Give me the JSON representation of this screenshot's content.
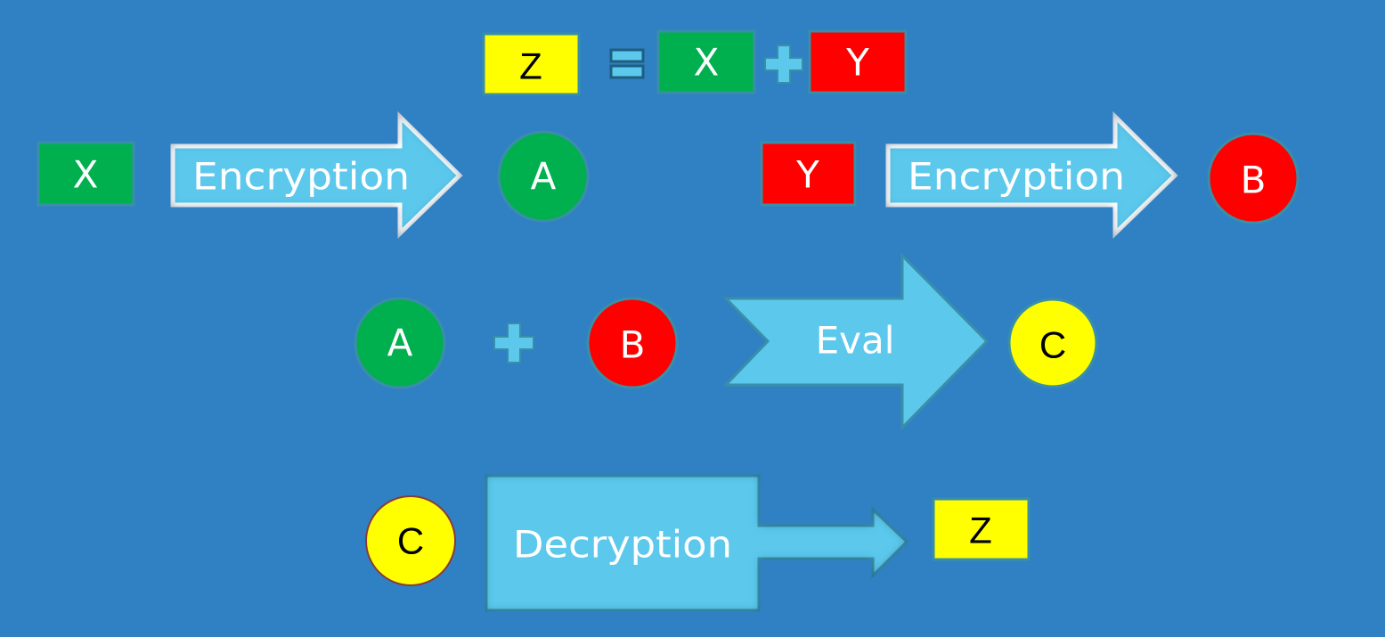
{
  "colors": {
    "background": "#2f81c3",
    "green": "#00b04f",
    "red": "#ff0000",
    "yellow": "#ffff00",
    "arrow": "#5bc8ec",
    "outline": "#3a8fa8"
  },
  "equation": {
    "result": "Z",
    "equals": "=",
    "left": "X",
    "plus": "+",
    "right": "Y"
  },
  "encrypt_x": {
    "input": "X",
    "process": "Encryption",
    "output": "A"
  },
  "encrypt_y": {
    "input": "Y",
    "process": "Encryption",
    "output": "B"
  },
  "evaluation": {
    "left": "A",
    "plus": "+",
    "right": "B",
    "process": "Eval",
    "output": "C"
  },
  "decryption": {
    "input": "C",
    "process": "Decryption",
    "output": "Z"
  }
}
